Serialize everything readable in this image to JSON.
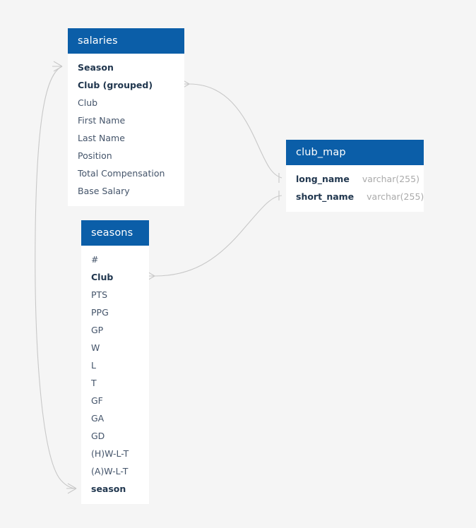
{
  "diagram": {
    "type": "entity-relationship-diagram",
    "background_color": "#f5f5f5",
    "header_color": "#0b5ea8",
    "link_color": "#c8c8c8"
  },
  "entities": [
    {
      "id": "salaries",
      "name": "salaries",
      "fields": [
        {
          "name": "Season",
          "type": "",
          "key": true
        },
        {
          "name": "Club (grouped)",
          "type": "",
          "key": true
        },
        {
          "name": "Club",
          "type": "",
          "key": false
        },
        {
          "name": "First Name",
          "type": "",
          "key": false
        },
        {
          "name": "Last Name",
          "type": "",
          "key": false
        },
        {
          "name": "Position",
          "type": "",
          "key": false
        },
        {
          "name": "Total Compensation",
          "type": "",
          "key": false
        },
        {
          "name": "Base Salary",
          "type": "",
          "key": false
        }
      ]
    },
    {
      "id": "club_map",
      "name": "club_map",
      "fields": [
        {
          "name": "long_name",
          "type": "varchar(255)",
          "key": true
        },
        {
          "name": "short_name",
          "type": "varchar(255)",
          "key": true
        }
      ]
    },
    {
      "id": "seasons",
      "name": "seasons",
      "fields": [
        {
          "name": "#",
          "type": "",
          "key": false
        },
        {
          "name": "Club",
          "type": "",
          "key": true
        },
        {
          "name": "PTS",
          "type": "",
          "key": false
        },
        {
          "name": "PPG",
          "type": "",
          "key": false
        },
        {
          "name": "GP",
          "type": "",
          "key": false
        },
        {
          "name": "W",
          "type": "",
          "key": false
        },
        {
          "name": "L",
          "type": "",
          "key": false
        },
        {
          "name": "T",
          "type": "",
          "key": false
        },
        {
          "name": "GF",
          "type": "",
          "key": false
        },
        {
          "name": "GA",
          "type": "",
          "key": false
        },
        {
          "name": "GD",
          "type": "",
          "key": false
        },
        {
          "name": "(H)W-L-T",
          "type": "",
          "key": false
        },
        {
          "name": "(A)W-L-T",
          "type": "",
          "key": false
        },
        {
          "name": "season",
          "type": "",
          "key": true
        }
      ]
    }
  ],
  "relationships": [
    {
      "id": "salaries-clubmap",
      "from": "salaries.Club (grouped)",
      "to": "club_map.long_name",
      "from_cardinality": "many",
      "to_cardinality": "one"
    },
    {
      "id": "seasons-clubmap",
      "from": "seasons.Club",
      "to": "club_map.short_name",
      "from_cardinality": "many",
      "to_cardinality": "one"
    },
    {
      "id": "salaries-seasons",
      "from": "salaries.Season",
      "to": "seasons.season",
      "from_cardinality": "many",
      "to_cardinality": "many"
    }
  ]
}
